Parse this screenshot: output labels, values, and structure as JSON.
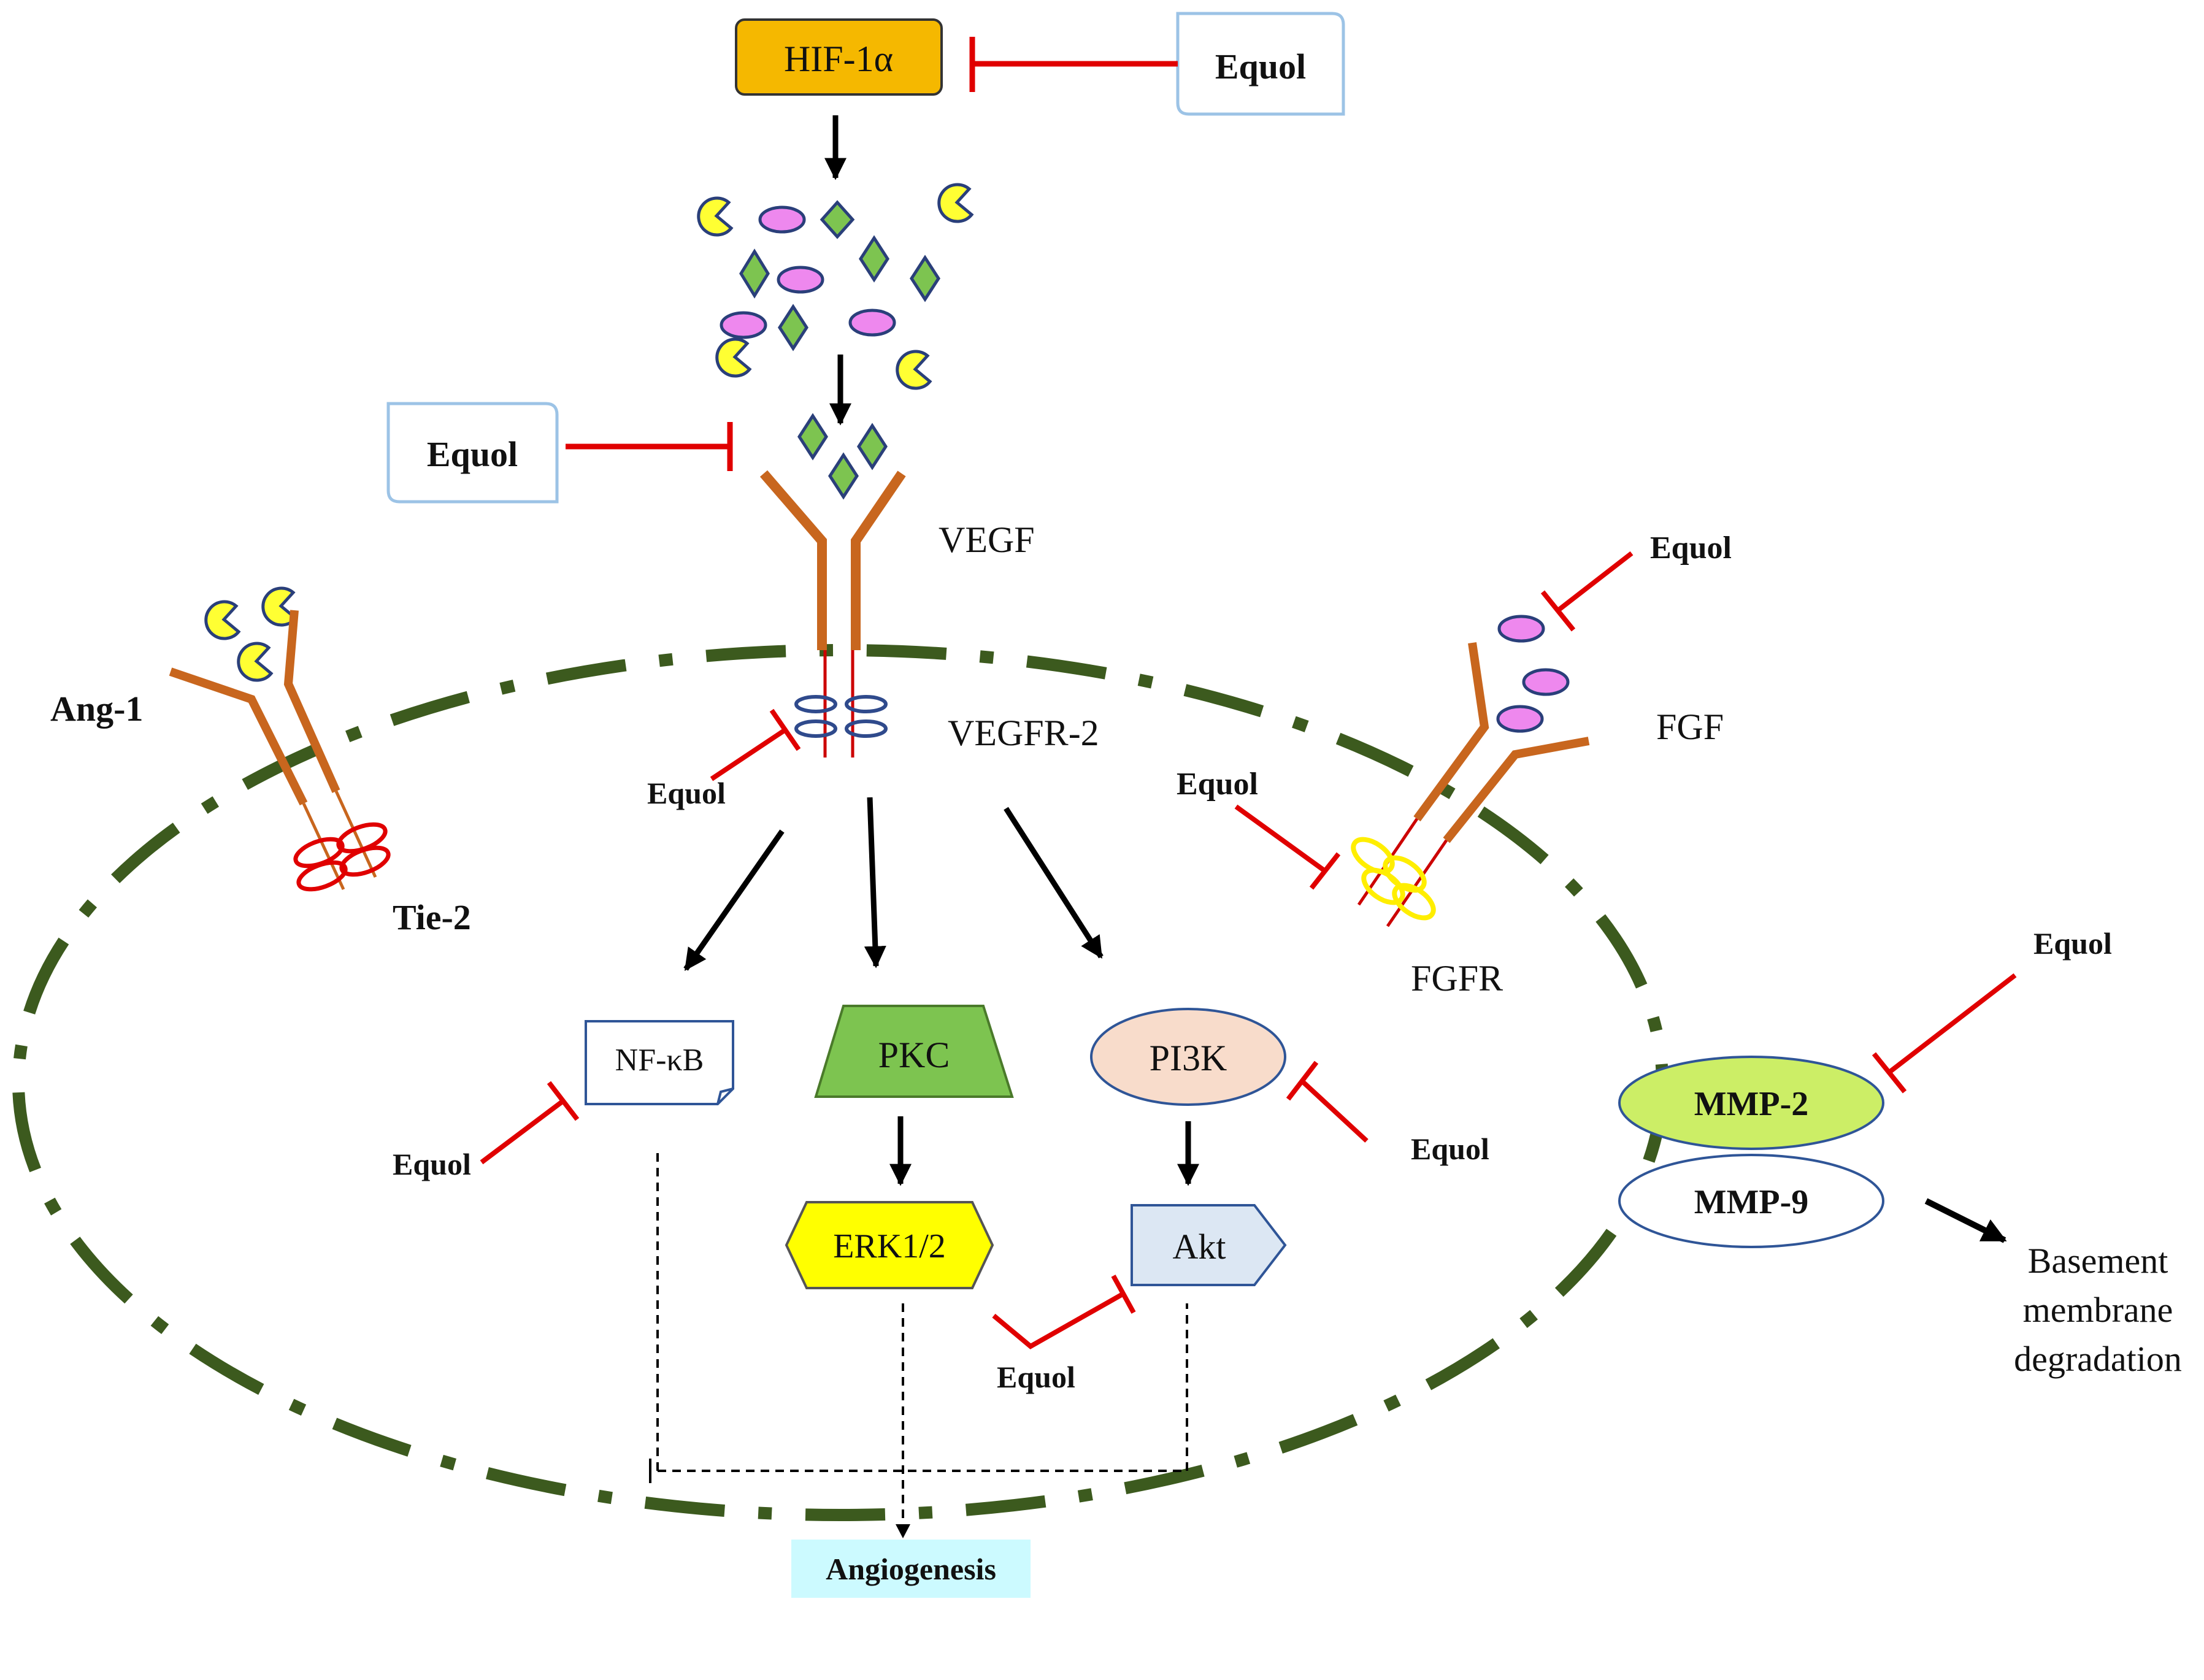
{
  "nodes": {
    "hif": "HIF-1α",
    "pkc": "PKC",
    "pi3k": "PI3K",
    "nfkb": "NF-κB",
    "erk": "ERK1/2",
    "akt": "Akt",
    "mmp2": "MMP-2",
    "mmp9": "MMP-9",
    "angiogenesis": "Angiogenesis"
  },
  "labels": {
    "vegf": "VEGF",
    "vegfr2": "VEGFR-2",
    "fgf": "FGF",
    "fgfr": "FGFR",
    "ang1": "Ang-1",
    "tie2": "Tie-2",
    "basement_line1": "Basement",
    "basement_line2": "membrane",
    "basement_line3": "degradation"
  },
  "inhibitor": "Equol",
  "colors": {
    "hif_fill": "#F5B800",
    "pkc_fill": "#7DC450",
    "pi3k_fill": "#F8DCCB",
    "erk_fill": "#FFFF00",
    "akt_fill": "#DCE7F3",
    "mmp2_fill": "#CCEE66",
    "angiogenesis_fill": "#CCFAFF",
    "membrane": "#3C5A1E",
    "receptor": "#C8661E",
    "inhibition": "#E00000",
    "box_border": "#9CC3E6"
  }
}
